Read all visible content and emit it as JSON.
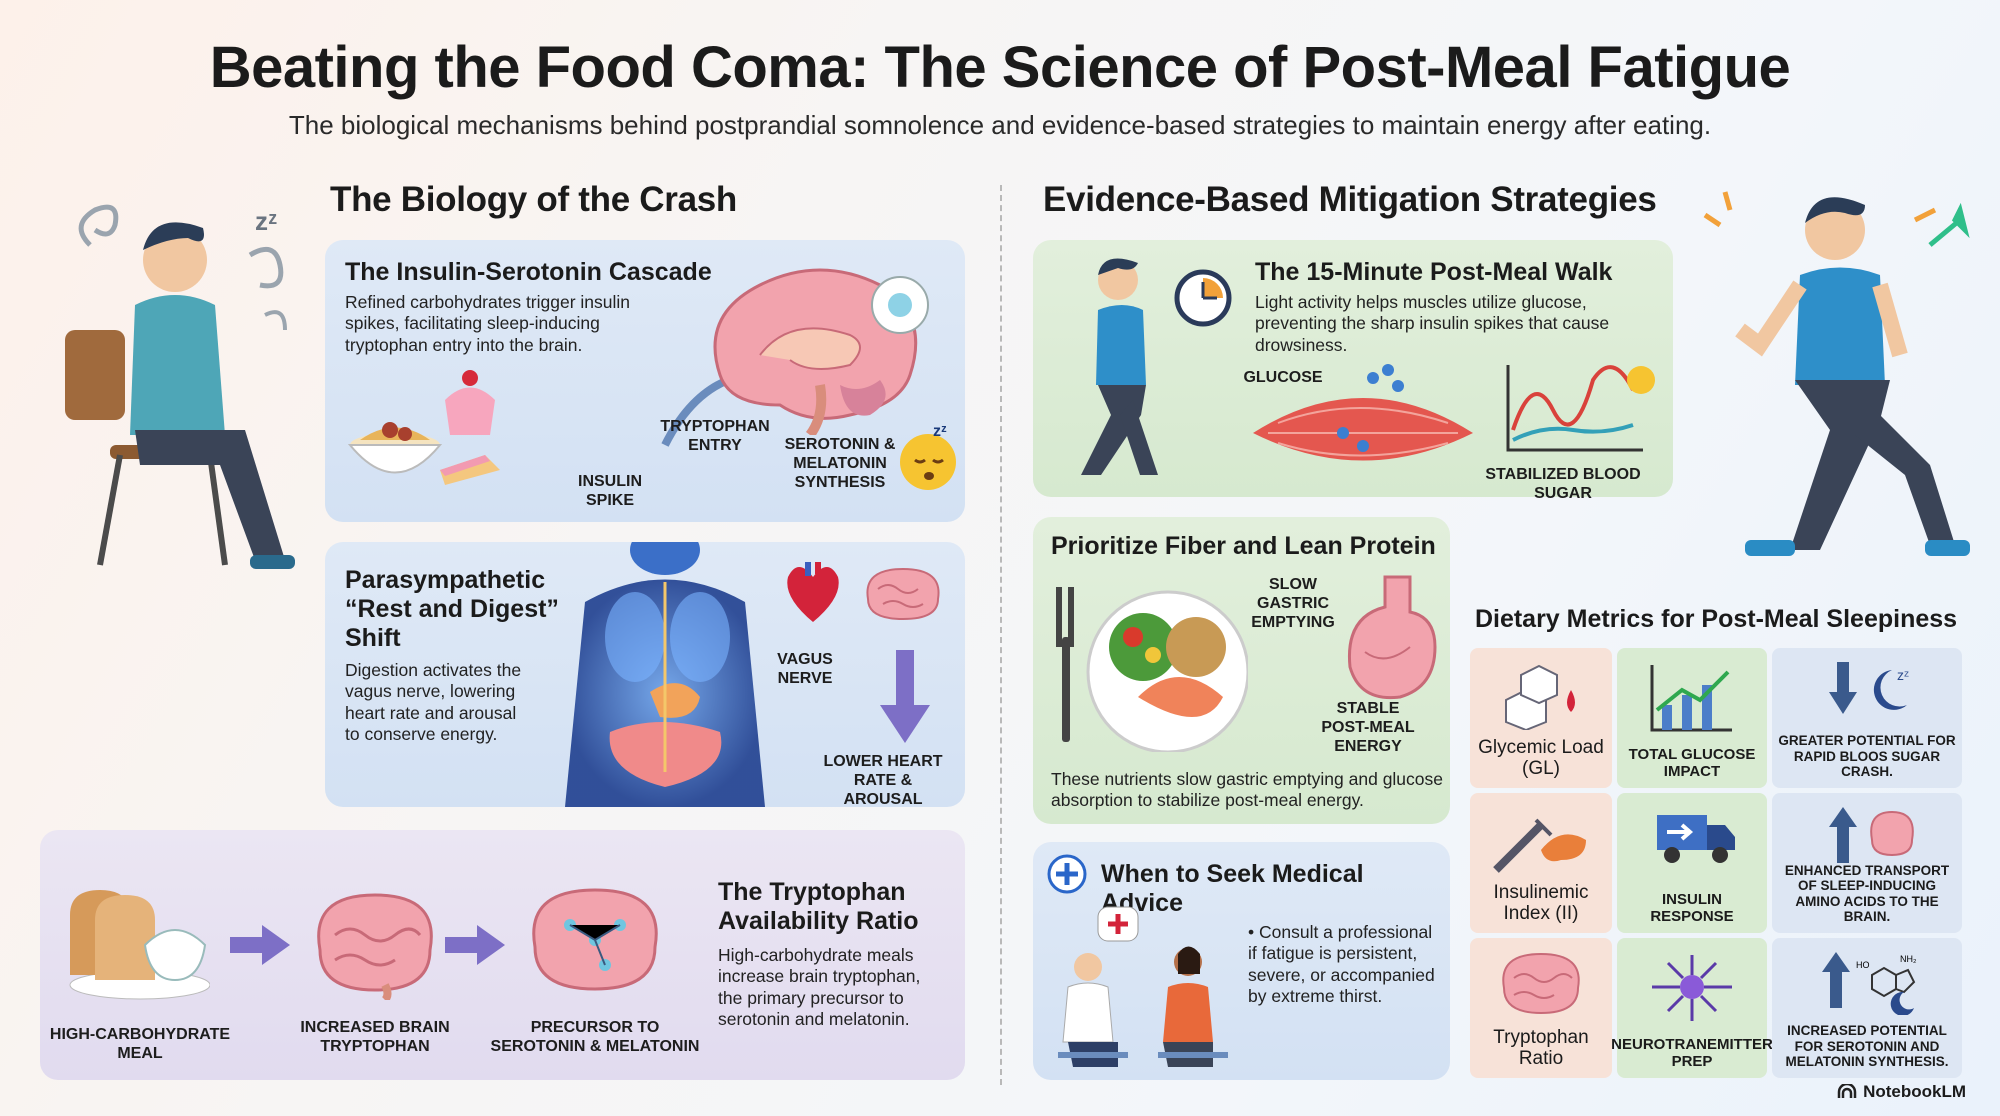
{
  "header": {
    "title": "Beating the Food Coma: The Science of Post-Meal Fatigue",
    "subtitle": "The biological mechanisms behind postprandial somnolence and evidence-based strategies to maintain energy after eating."
  },
  "left": {
    "section_title": "The Biology of the Crash",
    "insulin": {
      "title": "The Insulin-Serotonin Cascade",
      "text": "Refined carbohydrates trigger insulin spikes, facilitating sleep-inducing tryptophan entry into the brain.",
      "labels": {
        "insulin_spike": "INSULIN SPIKE",
        "tryptophan_entry": "TRYPTOPHAN ENTRY",
        "synthesis": "SEROTONIN & MELATONIN SYNTHESIS"
      }
    },
    "parasym": {
      "title": "Parasympathetic “Rest and Digest” Shift",
      "text": "Digestion activates the vagus nerve, lowering heart rate and arousal to conserve energy.",
      "labels": {
        "vagus": "VAGUS NERVE",
        "lower": "LOWER HEART RATE & AROUSAL"
      }
    },
    "ratio": {
      "title": "The Tryptophan Availability Ratio",
      "text": "High-carbohydrate meals increase brain tryptophan, the primary precursor to serotonin and melatonin.",
      "steps": [
        "HIGH-CARBOHYDRATE MEAL",
        "INCREASED BRAIN TRYPTOPHAN",
        "PRECURSOR TO SEROTONIN & MELATONIN"
      ]
    }
  },
  "right": {
    "section_title": "Evidence-Based Mitigation Strategies",
    "walk": {
      "title": "The 15-Minute Post-Meal Walk",
      "text": "Light activity helps muscles utilize glucose, preventing the sharp insulin spikes that cause drowsiness.",
      "labels": {
        "glucose": "GLUCOSE",
        "stabilized": "STABILIZED BLOOD SUGAR"
      }
    },
    "fiber": {
      "title": "Prioritize Fiber and Lean Protein",
      "text": "These nutrients slow gastric emptying and glucose absorption to stabilize post-meal energy.",
      "labels": {
        "slow": "SLOW GASTRIC EMPTYING",
        "stable": "STABLE POST-MEAL ENERGY"
      }
    },
    "medical": {
      "title": "When to Seek Medical Advice",
      "text": "• Consult a professional if fatigue is persistent, severe, or accompanied by extreme thirst."
    },
    "metrics": {
      "title": "Dietary Metrics for Post-Meal Sleepiness",
      "rows": [
        {
          "metric": "Glycemic Load (GL)",
          "measure": "TOTAL GLUCOSE IMPACT",
          "effect": "GREATER POTENTIAL FOR RAPID BLOOS SUGAR CRASH."
        },
        {
          "metric": "Insulinemic Index (II)",
          "measure": "INSULIN RESPONSE",
          "effect": "ENHANCED TRANSPORT OF SLEEP-INDUCING AMINO ACIDS TO THE BRAIN."
        },
        {
          "metric": "Tryptophan Ratio",
          "measure": "NEUROTRANEMITTER PREP",
          "effect": "INCREASED POTENTIAL FOR SEROTONIN AND MELATONIN SYNTHESIS."
        }
      ]
    }
  },
  "icon_text": {
    "zzz": "zᶻ",
    "chem_ho": "HO",
    "chem_nh": "NH₂"
  },
  "footer": {
    "brand": "NotebookLM"
  }
}
